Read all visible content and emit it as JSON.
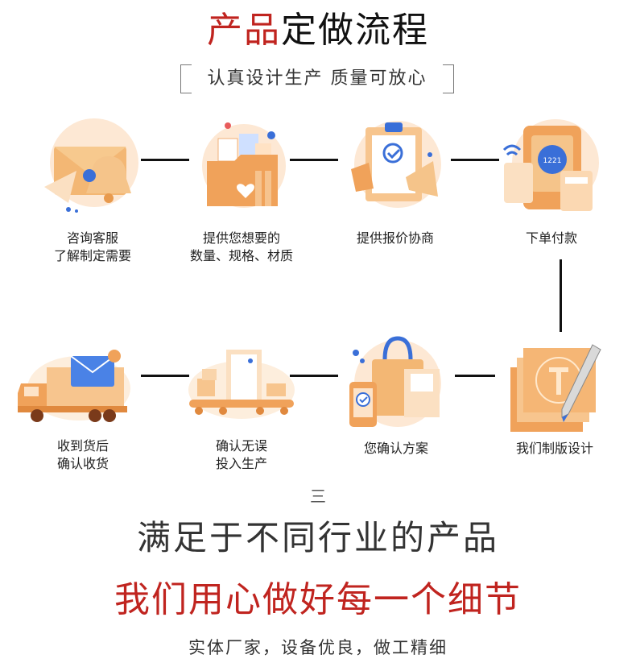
{
  "title": {
    "red": "产品",
    "dark": "定做流程"
  },
  "subtitle": "认真设计生产 质量可放心",
  "steps_row1": [
    {
      "icon": "mail-bell-icon",
      "line1": "咨询客服",
      "line2": "了解制定需要"
    },
    {
      "icon": "folder-files-icon",
      "line1": "提供您想要的",
      "line2": "数量、规格、材质"
    },
    {
      "icon": "clipboard-megaphone-icon",
      "line1": "提供报价协商",
      "line2": ""
    },
    {
      "icon": "card-payment-icon",
      "line1": "下单付款",
      "line2": ""
    }
  ],
  "steps_row2": [
    {
      "icon": "delivery-truck-icon",
      "line1": "收到货后",
      "line2": "确认收货"
    },
    {
      "icon": "production-machine-icon",
      "line1": "确认无误",
      "line2": "投入生产"
    },
    {
      "icon": "shopping-bag-phone-icon",
      "line1": "您确认方案",
      "line2": ""
    },
    {
      "icon": "design-pen-icon",
      "line1": "我们制版设计",
      "line2": ""
    }
  ],
  "equiv_symbol": "三",
  "slogan_main": "满足于不同行业的产品",
  "slogan_red": "我们用心做好每一个细节",
  "slogan_bottom": "实体厂家，设备优良，做工精细",
  "colors": {
    "accent_red": "#c0241f",
    "icon_orange": "#f0a25a",
    "icon_blue": "#3a6fd8"
  }
}
